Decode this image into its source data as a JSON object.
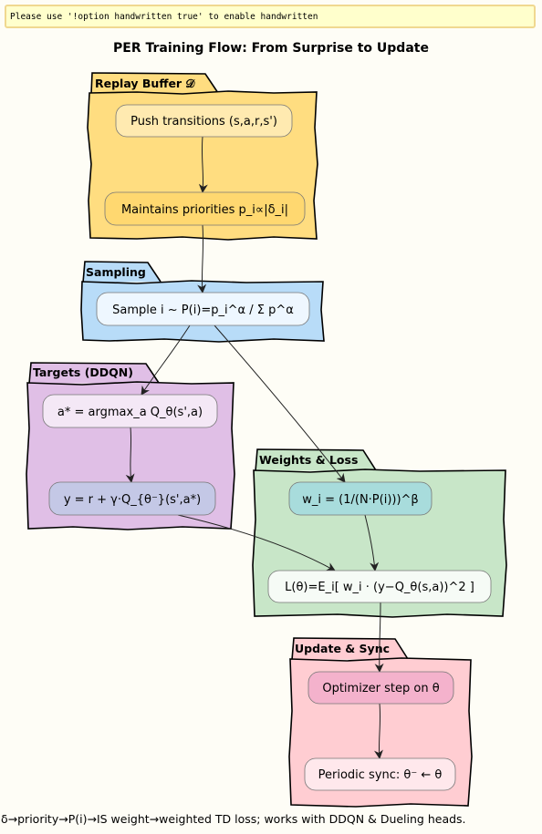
{
  "warning": "Please use '!option handwritten true' to enable handwritten",
  "title": "PER Training Flow: From Surprise to Update",
  "caption": "δ→priority→P(i)→IS weight→weighted TD loss; works with DDQN & Dueling heads.",
  "packages": {
    "replay": {
      "label": "Replay Buffer 𝒟",
      "color": "#ffdd80"
    },
    "sampling": {
      "label": "Sampling",
      "color": "#b8dcf8"
    },
    "targets": {
      "label": "Targets (DDQN)",
      "color": "#e0bfe6"
    },
    "weights": {
      "label": "Weights & Loss",
      "color": "#c8e6c8"
    },
    "update": {
      "label": "Update & Sync",
      "color": "#ffcdd2"
    }
  },
  "nodes": {
    "push": {
      "label": "Push transitions (s,a,r,s')",
      "color": "#ffeab0"
    },
    "priorities": {
      "label": "Maintains priorities p_i∝|δ_i|",
      "color": "#ffd870"
    },
    "sample": {
      "label": "Sample i ~ P(i)=p_i^α / Σ p^α",
      "color": "#eef7ff"
    },
    "argmax": {
      "label": "a* = argmax_a Q_θ(s',a)",
      "color": "#f4e8f6"
    },
    "target": {
      "label": "y = r + γ·Q_{θ⁻}(s',a*)",
      "color": "#c4c8e6"
    },
    "weight": {
      "label": "w_i = (1/(N·P(i)))^β",
      "color": "#a8dcdc"
    },
    "loss": {
      "label": "L(θ)=E_i[ w_i · (y−Q_θ(s,a))^2 ]",
      "color": "#f6fbf6"
    },
    "optimizer": {
      "label": "Optimizer step on θ",
      "color": "#f4b2cc"
    },
    "sync": {
      "label": "Periodic sync: θ⁻ ← θ",
      "color": "#ffe8ec"
    }
  }
}
